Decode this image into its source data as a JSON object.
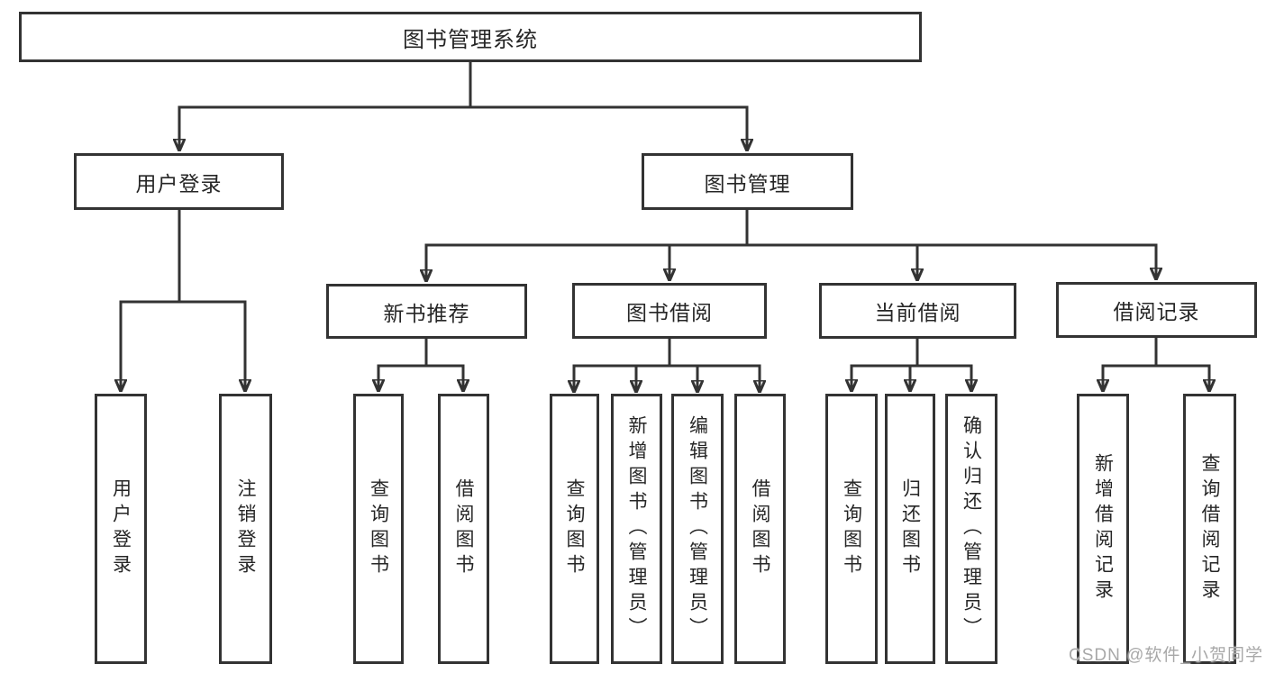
{
  "diagram": {
    "title": "图书管理系统",
    "root": {
      "label": "图书管理系统"
    },
    "level2": [
      {
        "label": "用户登录"
      },
      {
        "label": "图书管理"
      }
    ],
    "level3": [
      {
        "label": "新书推荐"
      },
      {
        "label": "图书借阅"
      },
      {
        "label": "当前借阅"
      },
      {
        "label": "借阅记录"
      }
    ],
    "leaves": [
      {
        "label": "用户登录"
      },
      {
        "label": "注销登录"
      },
      {
        "label": "查询图书"
      },
      {
        "label": "借阅图书"
      },
      {
        "label": "查询图书"
      },
      {
        "label": "新增图书（管理员）"
      },
      {
        "label": "编辑图书（管理员）"
      },
      {
        "label": "借阅图书"
      },
      {
        "label": "查询图书"
      },
      {
        "label": "归还图书"
      },
      {
        "label": "确认归还（管理员）"
      },
      {
        "label": "新增借阅记录"
      },
      {
        "label": "查询借阅记录"
      }
    ]
  },
  "watermark": {
    "text": "CSDN @软件_小贺同学"
  },
  "colors": {
    "line": "#333333",
    "text": "#262626",
    "watermark": "#a8a8a8",
    "background": "#ffffff"
  }
}
